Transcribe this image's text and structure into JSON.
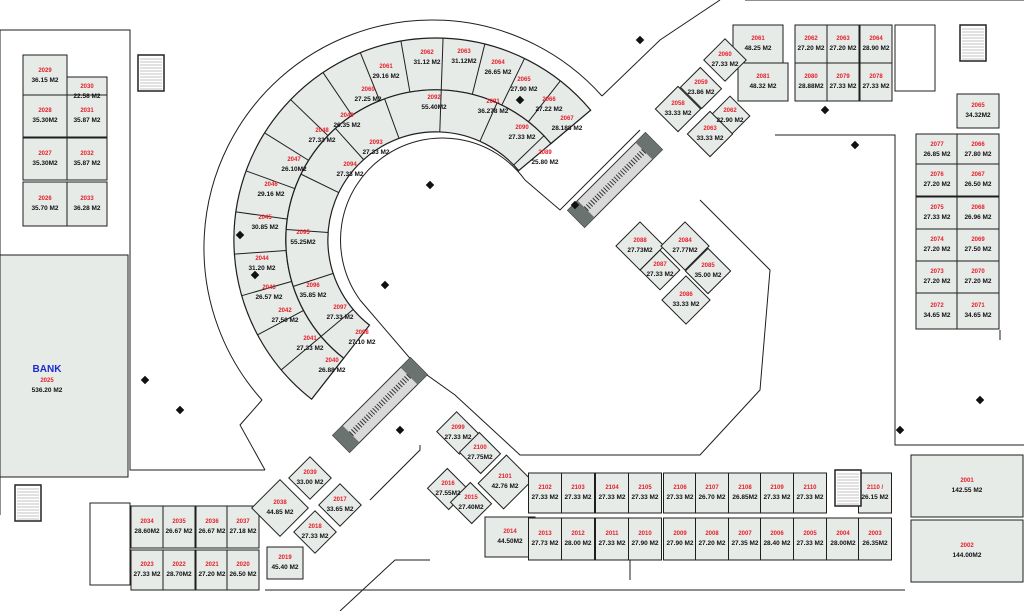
{
  "plan": {
    "unit_fill": "#e6ebe8",
    "wall_color": "#1e1e1e",
    "id_color": "#e8202a",
    "bank": {
      "name": "BANK",
      "id": "2025",
      "area": "536.20 M2"
    },
    "units": [
      {
        "id": "2029",
        "area": "36.15 M2"
      },
      {
        "id": "2030",
        "area": "22.58 M2"
      },
      {
        "id": "2028",
        "area": "35.30M2"
      },
      {
        "id": "2031",
        "area": "35.87 M2"
      },
      {
        "id": "2027",
        "area": "35.30M2"
      },
      {
        "id": "2032",
        "area": "35.87 M2"
      },
      {
        "id": "2026",
        "area": "35.70 M2"
      },
      {
        "id": "2033",
        "area": "36.28 M2"
      },
      {
        "id": "2061",
        "area": "29.16 M2"
      },
      {
        "id": "2062",
        "area": "31.12 M2"
      },
      {
        "id": "2063",
        "area": "31.12M2"
      },
      {
        "id": "2064",
        "area": "26.65 M2"
      },
      {
        "id": "2065",
        "area": "27.90 M2"
      },
      {
        "id": "2066",
        "area": "27.22 M2"
      },
      {
        "id": "2067",
        "area": "28.188 M2"
      },
      {
        "id": "2060",
        "area": "27.25 M2"
      },
      {
        "id": "2092",
        "area": "55.40M2"
      },
      {
        "id": "2091",
        "area": "36.278 M2"
      },
      {
        "id": "2049",
        "area": "26.35 M2"
      },
      {
        "id": "2048",
        "area": "27.33 M2"
      },
      {
        "id": "2093",
        "area": "27.33 M2"
      },
      {
        "id": "2090",
        "area": "27.33 M2"
      },
      {
        "id": "2089",
        "area": "25.80 M2"
      },
      {
        "id": "2047",
        "area": "26.10M2"
      },
      {
        "id": "2094",
        "area": "27.33 M2"
      },
      {
        "id": "2046",
        "area": "29.16 M2"
      },
      {
        "id": "2045",
        "area": "30.85 M2"
      },
      {
        "id": "2095",
        "area": "55.25M2"
      },
      {
        "id": "2044",
        "area": "31.20 M2"
      },
      {
        "id": "2043",
        "area": "26.57 M2"
      },
      {
        "id": "2096",
        "area": "35.85 M2"
      },
      {
        "id": "2042",
        "area": "27.50 M2"
      },
      {
        "id": "2097",
        "area": "27.33 M2"
      },
      {
        "id": "2041",
        "area": "27.33 M2"
      },
      {
        "id": "2098",
        "area": "27.10 M2"
      },
      {
        "id": "2040",
        "area": "26.88 M2"
      },
      {
        "id": "2061",
        "area": "48.25 M2"
      },
      {
        "id": "2062",
        "area": "27.20 M2"
      },
      {
        "id": "2063",
        "area": "27.20 M2"
      },
      {
        "id": "2064",
        "area": "28.90 M2"
      },
      {
        "id": "2081",
        "area": "48.32 M2"
      },
      {
        "id": "2080",
        "area": "28.88M2"
      },
      {
        "id": "2079",
        "area": "27.33 M2"
      },
      {
        "id": "2078",
        "area": "27.33 M2"
      },
      {
        "id": "2060",
        "area": "27.33 M2"
      },
      {
        "id": "2059",
        "area": "23.86 M2"
      },
      {
        "id": "2058",
        "area": "33.33 M2"
      },
      {
        "id": "2062",
        "area": "22.90 M2"
      },
      {
        "id": "2063",
        "area": "33.33 M2"
      },
      {
        "id": "2065",
        "area": "34.32M2"
      },
      {
        "id": "2077",
        "area": "26.85 M2"
      },
      {
        "id": "2066",
        "area": "27.80 M2"
      },
      {
        "id": "2076",
        "area": "27.20 M2"
      },
      {
        "id": "2067",
        "area": "26.50 M2"
      },
      {
        "id": "2075",
        "area": "27.33 M2"
      },
      {
        "id": "2068",
        "area": "26.96 M2"
      },
      {
        "id": "2074",
        "area": "27.20 M2"
      },
      {
        "id": "2069",
        "area": "27.50 M2"
      },
      {
        "id": "2073",
        "area": "27.20 M2"
      },
      {
        "id": "2070",
        "area": "27.20 M2"
      },
      {
        "id": "2072",
        "area": "34.65 M2"
      },
      {
        "id": "2071",
        "area": "34.65 M2"
      },
      {
        "id": "2088",
        "area": "27.73M2"
      },
      {
        "id": "2084",
        "area": "27.77M2"
      },
      {
        "id": "2087",
        "area": "27.33 M2"
      },
      {
        "id": "2085",
        "area": "35.00 M2"
      },
      {
        "id": "2086",
        "area": "33.33 M2"
      },
      {
        "id": "2099",
        "area": "27.33 M2"
      },
      {
        "id": "2100",
        "area": "27.75M2"
      },
      {
        "id": "2101",
        "area": "42.76 M2"
      },
      {
        "id": "2016",
        "area": "27.55M2"
      },
      {
        "id": "2015",
        "area": "27.40M2"
      },
      {
        "id": "2014",
        "area": "44.50M2"
      },
      {
        "id": "2102",
        "area": "27.33 M2"
      },
      {
        "id": "2103",
        "area": "27.33 M2"
      },
      {
        "id": "2104",
        "area": "27.33 M2"
      },
      {
        "id": "2105",
        "area": "27.33 M2"
      },
      {
        "id": "2106",
        "area": "27.33 M2"
      },
      {
        "id": "2107",
        "area": "26.70 M2"
      },
      {
        "id": "2108",
        "area": "26.85M2"
      },
      {
        "id": "2109",
        "area": "27.33 M2"
      },
      {
        "id": "2110",
        "area": "27.33 M2"
      },
      {
        "id": "2110 /",
        "area": "26.15 M2"
      },
      {
        "id": "2013",
        "area": "27.73 M2"
      },
      {
        "id": "2012",
        "area": "28.00 M2"
      },
      {
        "id": "2011",
        "area": "27.33 M2"
      },
      {
        "id": "2010",
        "area": "27.90 M2"
      },
      {
        "id": "2009",
        "area": "27.90 M2"
      },
      {
        "id": "2008",
        "area": "27.20 M2"
      },
      {
        "id": "2007",
        "area": "27.35 M2"
      },
      {
        "id": "2006",
        "area": "28.40 M2"
      },
      {
        "id": "2005",
        "area": "27.33 M2"
      },
      {
        "id": "2004",
        "area": "28.00M2"
      },
      {
        "id": "2003",
        "area": "26.35M2"
      },
      {
        "id": "2001",
        "area": "142.55 M2"
      },
      {
        "id": "2002",
        "area": "144.00M2"
      },
      {
        "id": "2034",
        "area": "28.60M2"
      },
      {
        "id": "2035",
        "area": "26.67 M2"
      },
      {
        "id": "2036",
        "area": "26.67 M2"
      },
      {
        "id": "2037",
        "area": "27.18 M2"
      },
      {
        "id": "2023",
        "area": "27.33 M2"
      },
      {
        "id": "2022",
        "area": "28.70M2"
      },
      {
        "id": "2021",
        "area": "27.20 M2"
      },
      {
        "id": "2020",
        "area": "26.50 M2"
      },
      {
        "id": "2038",
        "area": "44.85 M2"
      },
      {
        "id": "2039",
        "area": "33.00 M2"
      },
      {
        "id": "2017",
        "area": "33.65 M2"
      },
      {
        "id": "2018",
        "area": "27.33 M2"
      },
      {
        "id": "2019",
        "area": "45.40 M2"
      }
    ]
  }
}
